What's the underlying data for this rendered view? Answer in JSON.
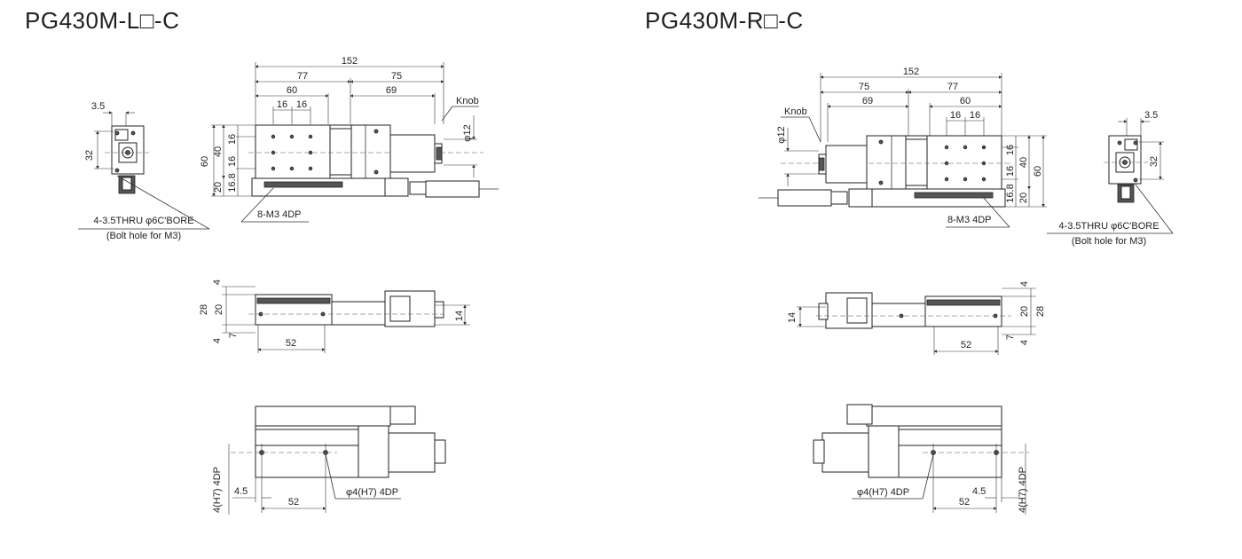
{
  "titles": {
    "left": "PG430M-L□-C",
    "right": "PG430M-R□-C"
  },
  "top_view": {
    "overall": "152",
    "left_part": "77",
    "right_part": "75",
    "table_length": "60",
    "motor_offset": "69",
    "pitch_a": "16",
    "pitch_b": "16",
    "knob_label": "Knob",
    "knob_dia": "φ12",
    "height_total": "60",
    "height_table": "40",
    "height_base": "20",
    "h16a": "16",
    "h16b": "16",
    "h16_8": "16.8",
    "tap_note": "8-M3 4DP"
  },
  "end_view": {
    "width": "3.5",
    "height": "32",
    "bolt_note": "4-3.5THRU φ6C'BORE",
    "bolt_sub": "(Bolt hole for M3)"
  },
  "side_view": {
    "h4_top": "4",
    "h28": "28",
    "h20": "20",
    "h7": "7",
    "h4_bottom": "4",
    "h14": "14",
    "len52": "52"
  },
  "bottom_view": {
    "pin_note": "φ4(H7) 4DP",
    "pin_depth": "4(H7) 4DP",
    "offset": "4.5",
    "len52": "52"
  }
}
